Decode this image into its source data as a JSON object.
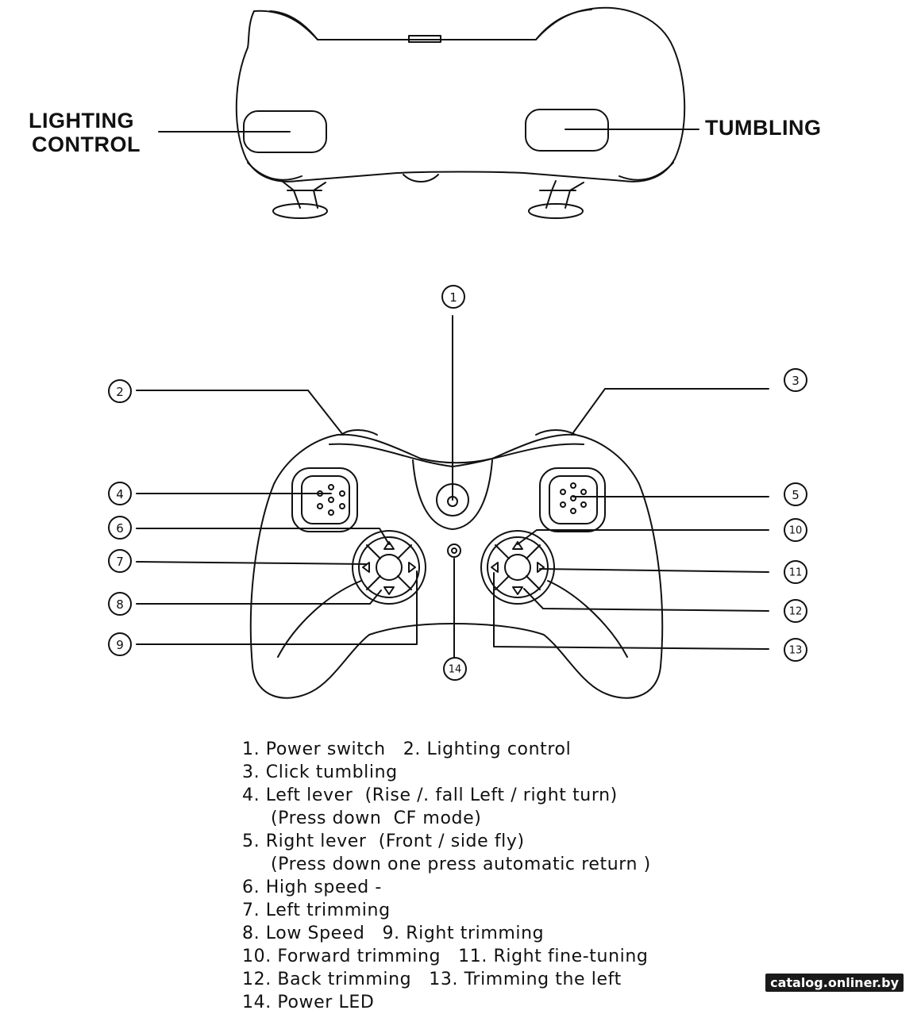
{
  "top_view": {
    "left_label_line1": "LIGHTING",
    "left_label_line2": "CONTROL",
    "right_label": "TUMBLING"
  },
  "callouts": [
    "1",
    "2",
    "3",
    "4",
    "5",
    "6",
    "7",
    "8",
    "9",
    "10",
    "11",
    "12",
    "13",
    "14"
  ],
  "legend": [
    {
      "a": "1. Power switch",
      "b": "2. Lighting control"
    },
    {
      "a": "3. Click tumbling"
    },
    {
      "a": "4. Left lever  (Rise /. fall Left / right turn)"
    },
    {
      "a": "(Press down  CF mode)",
      "indent": true
    },
    {
      "a": "5. Right lever  (Front / side fly)"
    },
    {
      "a": "(Press down one press automatic return )",
      "indent": true
    },
    {
      "a": "6. High speed -"
    },
    {
      "a": "7. Left trimming"
    },
    {
      "a": "8. Low Speed",
      "b": "9. Right trimming"
    },
    {
      "a": "10. Forward trimming",
      "b": "11. Right fine-tuning"
    },
    {
      "a": "12. Back trimming",
      "b": "13. Trimming the left"
    },
    {
      "a": "14. Power LED"
    }
  ],
  "watermark": "catalog.onliner.by"
}
